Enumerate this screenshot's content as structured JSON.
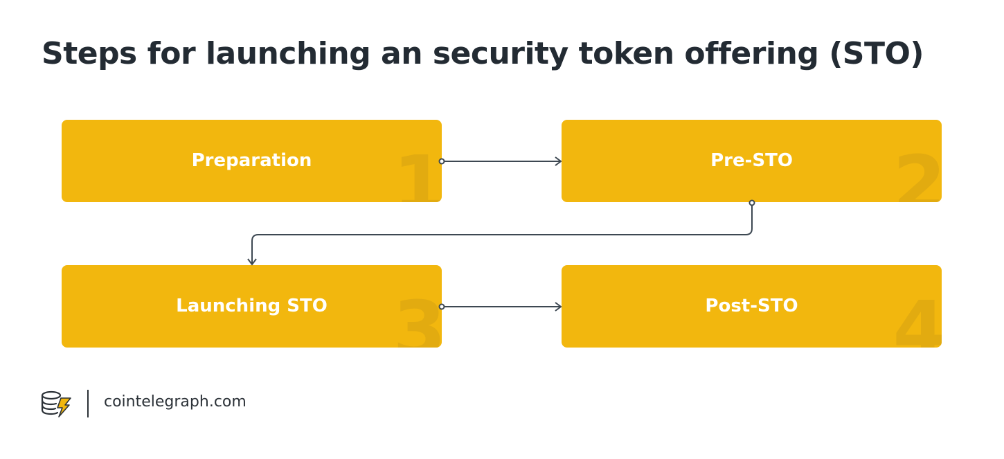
{
  "title": "Steps for launching an security token offering (STO)",
  "steps": [
    {
      "label": "Preparation",
      "number": "1"
    },
    {
      "label": "Pre-STO",
      "number": "2"
    },
    {
      "label": "Launching STO",
      "number": "3"
    },
    {
      "label": "Post-STO",
      "number": "4"
    }
  ],
  "colors": {
    "box": "#f2b70e",
    "number": "#e2ab10",
    "text": "#232b33",
    "connector": "#3d4852"
  },
  "footer": {
    "logo_icon": "cointelegraph-logo-icon",
    "site": "cointelegraph.com"
  }
}
